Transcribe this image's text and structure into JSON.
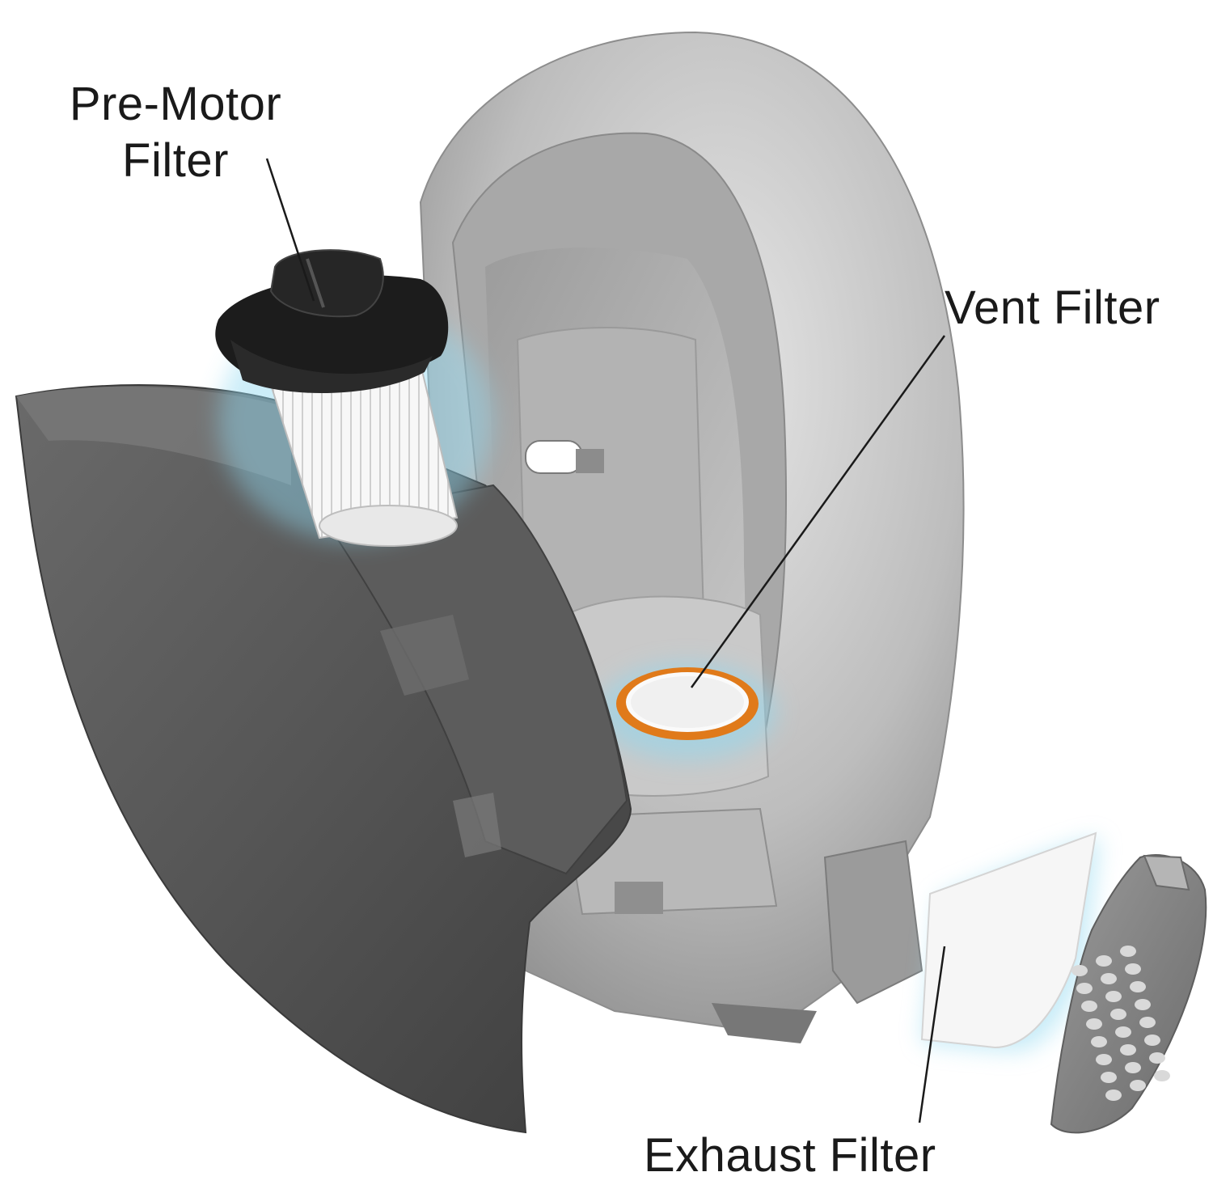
{
  "labels": {
    "pre_motor_line1": "Pre-Motor",
    "pre_motor_line2": "Filter",
    "vent": "Vent Filter",
    "exhaust": "Exhaust Filter"
  },
  "colors": {
    "housing_light": "#c9c9c9",
    "housing_mid": "#9a9a9a",
    "housing_dark": "#555555",
    "front_cover": "#5a5a5a",
    "filter_cap": "#1c1c1c",
    "filter_pleats": "#f4f4f4",
    "vent_ring": "#e07a1a",
    "glow": "#8fd8f0",
    "leader_line": "#1a1a1a"
  }
}
